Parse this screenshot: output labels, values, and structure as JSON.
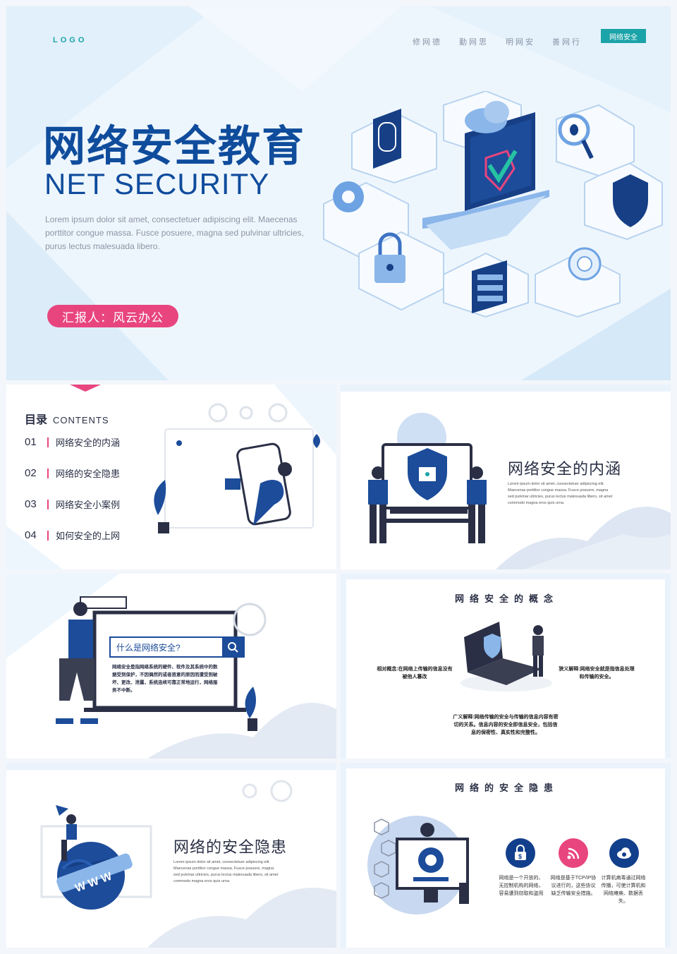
{
  "hero": {
    "logo": "LOGO",
    "nav": [
      "修网德",
      "勤网思",
      "明网安",
      "善网行"
    ],
    "nav_active": "网络安全",
    "title_cn": "网络安全教育",
    "title_en": "NET SECURITY",
    "description": "Lorem ipsum dolor sit amet, consectetuer adipiscing elit. Maecenas porttitor congue massa. Fusce posuere, magna sed pulvinar ultricies, purus lectus malesuada libero.",
    "reporter": "汇报人：风云办公"
  },
  "toc": {
    "title": "目录",
    "title_en": "CONTENTS",
    "items": [
      {
        "num": "01",
        "label": "网络安全的内涵"
      },
      {
        "num": "02",
        "label": "网络的安全隐患"
      },
      {
        "num": "03",
        "label": "网络安全小案例"
      },
      {
        "num": "04",
        "label": "如何安全的上网"
      }
    ]
  },
  "section1": {
    "title": "网络安全的内涵",
    "para": "Lorem ipsum dolor sit amet, consectetuer adipiscing elit. Maecenas porttitor congue massa. Fusce posuere, magna sed pulvinar ultricies, purus lectus malesuada libero, sit amet commodo magna eros quis urna."
  },
  "whatis": {
    "search_text": "什么是网络安全?",
    "body": "网络安全是指网络系统的硬件、软件及其系统中的数据受到保护，不因偶然的或者恶意的原因而遭受到破坏、更改、泄露，系统连续可靠正常地运行，网络服务不中断。"
  },
  "concept": {
    "title": "网络安全的概念",
    "left": "相对概念:在网络上传输的信息没有被他人篡改",
    "right": "狭义解释:网络安全就是指信息处理和传输的安全。",
    "bottom": "广义解释:网络传输的安全与传输的信息内容有密切的关系。信息内容的安全即信息安全，包括信息的保密性、真实性和完整性。"
  },
  "section2": {
    "title": "网络的安全隐患",
    "para": "Lorem ipsum dolor sit amet, consectetuer adipiscing elit. Maecenas porttitor congue massa. Fusce posuere, magna sed pulvinar ultricies, purus lectus malesuada libero, sit amet commodo magna eros quis urna."
  },
  "hazards": {
    "title": "网络的安全隐患",
    "items": [
      {
        "icon": "money-lock-icon",
        "text": "网络是一个开放的、无控制机构的网络，容易遭到窃取和盗用"
      },
      {
        "icon": "wifi-icon",
        "text": "网络是基于TCP/IP协议进行的，这些协议缺乏传输安全措施。"
      },
      {
        "icon": "cloud-virus-icon",
        "text": "计算机病毒通过网络传播，可使计算机和网络瘫痪、数据丢失。"
      }
    ],
    "colors": [
      "#123f8c",
      "#e8457e",
      "#123f8c"
    ]
  },
  "colors": {
    "primary": "#0f4c9c",
    "accent": "#e8457e",
    "teal": "#1aa3a8",
    "light_bg": "#eef6fd"
  }
}
